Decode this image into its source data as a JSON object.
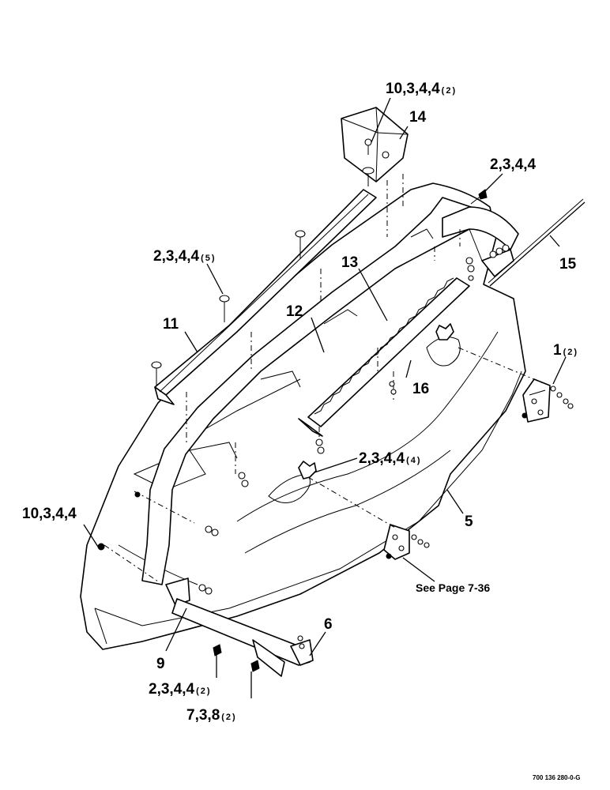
{
  "callouts": {
    "top_bolts": "10,3,4,4",
    "top_bolts_qty": "(2)",
    "cap": "14",
    "right_bolts": "2,3,4,4",
    "left_bolts": "2,3,4,4",
    "left_bolts_qty": "(5)",
    "rod": "15",
    "center_strip": "13",
    "strip_12": "12",
    "strip_11": "11",
    "bracket_1": "1",
    "bracket_1_qty": "(2)",
    "teeth_16": "16",
    "center_bolts": "2,3,4,4",
    "center_bolts_qty": "(4)",
    "side_bolts": "10,3,4,4",
    "shield_5": "5",
    "see_page": "See Page 7-36",
    "part_6": "6",
    "part_9": "9",
    "bottom_bolts": "2,3,4,4",
    "bottom_bolts_qty": "(2)",
    "bottom_hw": "7,3,8",
    "bottom_hw_qty": "(2)"
  },
  "drawing_code": "700 136 280-0-G"
}
